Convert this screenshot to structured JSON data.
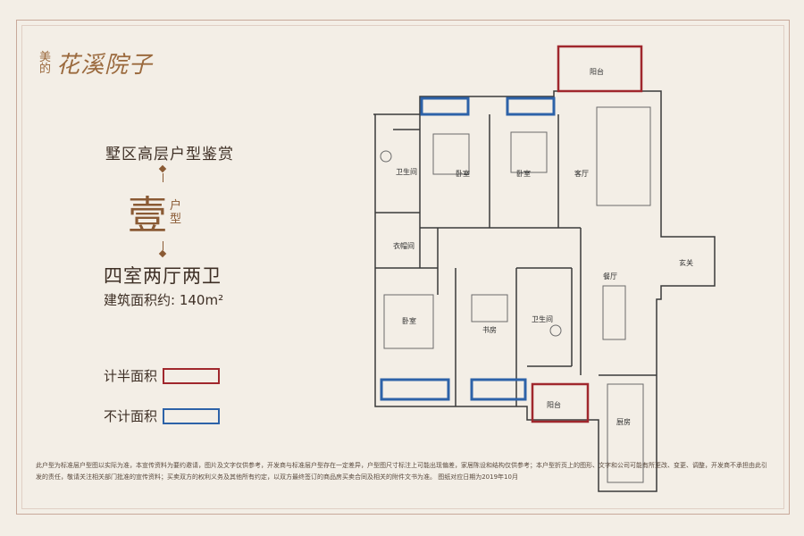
{
  "brand": {
    "mark_top": "美",
    "mark_bottom": "的",
    "name": "花溪院子"
  },
  "header": {
    "title": "墅区高层户型鉴赏"
  },
  "unit": {
    "number": "壹",
    "number_suffix": "户型",
    "layout": "四室两厅两卫",
    "area_label": "建筑面积约: 140m²"
  },
  "legend": {
    "half_area": {
      "label": "计半面积",
      "color": "#a0272d"
    },
    "excluded_area": {
      "label": "不计面积",
      "color": "#2d62a8"
    }
  },
  "rooms": {
    "balcony_top": "阳台",
    "bathroom_1": "卫生间",
    "bedroom_1": "卧室",
    "bedroom_2": "卧室",
    "living": "客厅",
    "entrance": "玄关",
    "cloakroom": "衣帽间",
    "dining": "餐厅",
    "bedroom_master": "卧室",
    "study": "书房",
    "bathroom_2": "卫生间",
    "balcony_bottom": "阳台",
    "kitchen": "厨房"
  },
  "disclaimer": "此户型为标准层户型图以实际为准，本宣传资料为要约邀请，图片及文字仅供参考，开发商与标准层户型存在一定差异，户型图尺寸标注上可能出现偏差，家居陈设和结构仅供参考；本户型折页上的图形、文字和公司可能有所更改、变更、调整，开发商不承担由此引发的责任，敬请关注相关部门批准的宣传资料；买卖双方的权利义务及其他所有约定，以双方最终签订的商品房买卖合同及相关的附件文书为准。 图纸对应日期为2019年10月"
}
